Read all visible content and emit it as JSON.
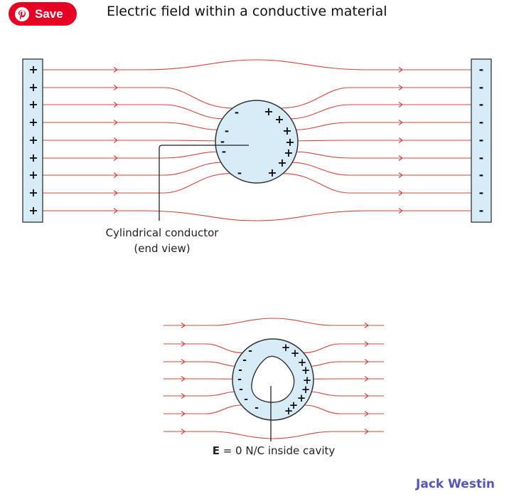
{
  "toolbar": {
    "save_label": "Save",
    "save_color": "#e60023"
  },
  "page": {
    "title": "Electric field within a conductive material"
  },
  "figure1": {
    "caption_line1": "Cylindrical conductor",
    "caption_line2": "(end view)",
    "left_plate_sign": "+",
    "right_plate_sign": "-",
    "left_plate_charge_count": 9,
    "right_plate_charge_count": 9,
    "conductor_negative_sign": "-",
    "conductor_positive_sign": "+"
  },
  "figure2": {
    "caption_bold": "E",
    "caption_rest": " = 0 N/C inside cavity",
    "conductor_negative_sign": "-",
    "conductor_positive_sign": "+"
  },
  "brand": {
    "name": "Jack Westin"
  },
  "colors": {
    "field_line": "#d0473f",
    "conductor_fill": "#d8ecf8",
    "plate_fill": "#d8ecf8",
    "outline": "#333333",
    "brand": "#5656b4"
  },
  "icons": {
    "save_button_icon": "pinterest-logo-icon",
    "field_arrow": "chevron-right-icon"
  }
}
